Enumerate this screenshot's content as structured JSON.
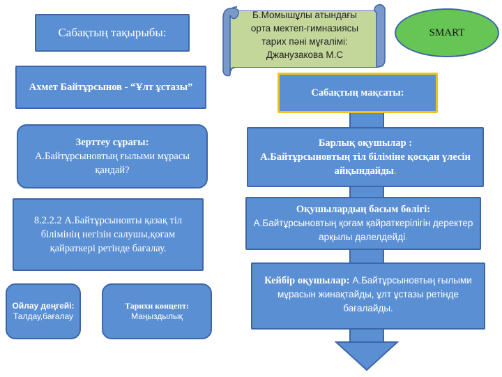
{
  "left": {
    "topic_label": "Сабақтың тақырыбы:",
    "topic_title": "Ахмет Байтұрсынов - “Ұлт ұстазы”",
    "research_label": "Зерттеу сұрағы:",
    "research_text": "А.Байтұрсыновтың  ғылыми мұрасы қандай?",
    "objective": "8.2.2.2 А.Байтұрсыновты қазақ тіл білімінің негізін салушы,қоғам қайраткері ретінде бағалау.",
    "thinking_label": "Ойлау деңгейі:",
    "thinking_text": "Талдау,бағалау",
    "concept_label": "Тарихи концепт:",
    "concept_text": "Маңыздылық"
  },
  "scroll": {
    "line1": "Б.Момышұлы атындағы",
    "line2": "орта мектеп-гимназиясы",
    "line3": "тарих пәні мұғалімі:",
    "line4": "Джанузакова М.С"
  },
  "smart": {
    "label": "SMART"
  },
  "right": {
    "goal_label": "Сабақтың мақсаты:",
    "all_label": "Барлық оқушылар :",
    "all_text": "А.Байтұрсыновтың  тіл біліміне қосқан үлесін  айқындайды",
    "all_dot": ".",
    "most_label": "Оқушылардың басым бөлігі:",
    "most_text": "А.Байтұрсыновтың қоғам қайраткерілігін деректер арқылы  дәлелдейді",
    "most_dot": ".",
    "some_label": "Кейбір  оқушылар:",
    "some_text": " А.Байтұрсыновтың ғылыми мұрасын жинақтайды, ұлт ұстазы ретінде бағалайды."
  },
  "colors": {
    "box_fill": "#5b8fd4",
    "box_stroke": "#3d66a8",
    "goal_border": "#f2c21b",
    "scroll_fill": "#c4d79b",
    "smart_fill": "#66c554"
  }
}
